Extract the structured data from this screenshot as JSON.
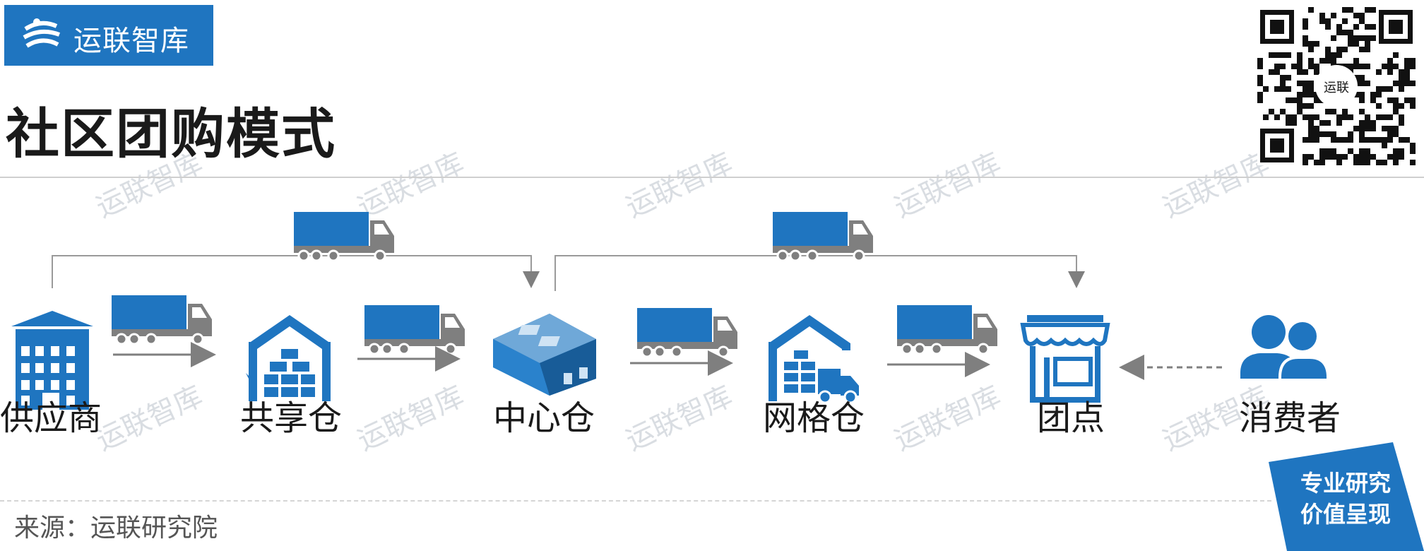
{
  "brand": {
    "name": "运联智库",
    "qr_logo": "运联"
  },
  "title": "社区团购模式",
  "nodes": [
    {
      "id": "supplier",
      "label": "供应商",
      "icon": "building-icon"
    },
    {
      "id": "shared",
      "label": "共享仓",
      "icon": "warehouse-icon"
    },
    {
      "id": "center",
      "label": "中心仓",
      "icon": "distribution-center-icon"
    },
    {
      "id": "grid",
      "label": "网格仓",
      "icon": "warehouse-truck-icon"
    },
    {
      "id": "group",
      "label": "团点",
      "icon": "store-icon"
    },
    {
      "id": "consumer",
      "label": "消费者",
      "icon": "people-icon"
    }
  ],
  "watermark": "运联智库",
  "source": "来源：运联研究院",
  "badge": {
    "line1": "专业研究",
    "line2": "价值呈现"
  },
  "colors": {
    "brand_blue": "#1f75c0",
    "truck_gray": "#7f7f7f",
    "arrow_gray": "#7f7f7f",
    "text": "#1a1a1a"
  }
}
